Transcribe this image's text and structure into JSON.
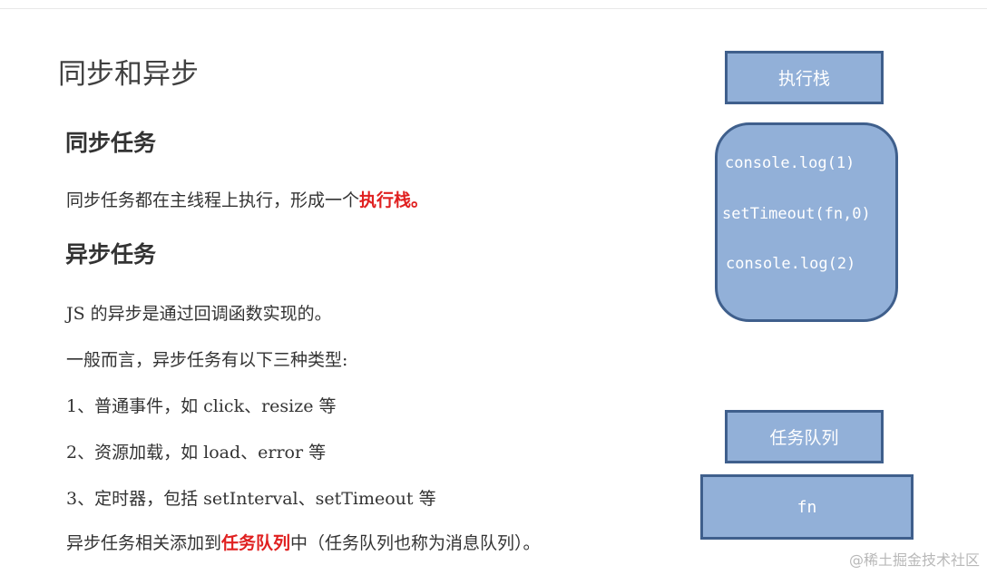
{
  "title": "同步和异步",
  "sync": {
    "heading": "同步任务",
    "text_before": "同步任务都在主线程上执行，形成一个",
    "highlight": "执行栈。"
  },
  "async": {
    "heading": "异步任务",
    "line1": "JS 的异步是通过回调函数实现的。",
    "line2": "一般而言，异步任务有以下三种类型:",
    "item1": "1、普通事件，如 click、resize 等",
    "item2": "2、资源加载，如 load、error 等",
    "item3": "3、定时器，包括 setInterval、setTimeout 等",
    "last_before": "异步任务相关添加到",
    "last_highlight": "任务队列",
    "last_after": "中（任务队列也称为消息队列）。"
  },
  "diagram": {
    "stack_label": "执行栈",
    "stack_items": [
      "console.log(1)",
      "setTimeout(fn,0)",
      "console.log(2)"
    ],
    "queue_label": "任务队列",
    "queue_item": "fn"
  },
  "watermark": "@稀土掘金技术社区",
  "colors": {
    "highlight": "#e02020",
    "box_fill": "#92b0d8",
    "box_border": "#3f5f8c"
  }
}
